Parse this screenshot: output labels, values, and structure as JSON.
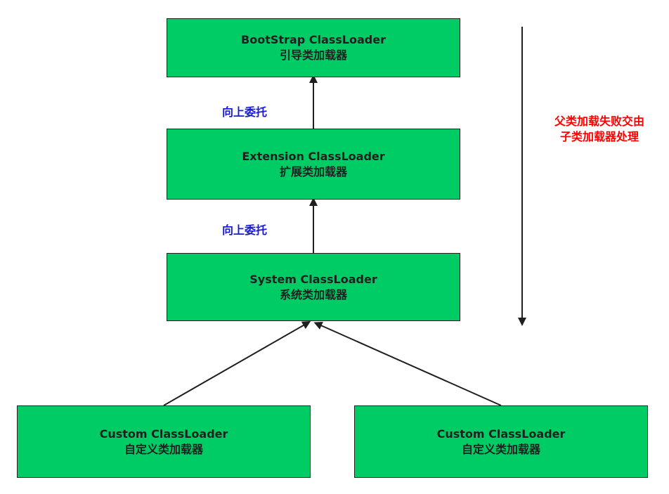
{
  "nodes": {
    "bootstrap": {
      "title": "BootStrap ClassLoader",
      "subtitle": "引导类加载器"
    },
    "extension": {
      "title": "Extension ClassLoader",
      "subtitle": "扩展类加载器"
    },
    "system": {
      "title": "System ClassLoader",
      "subtitle": "系统类加载器"
    },
    "custom_left": {
      "title": "Custom ClassLoader",
      "subtitle": "自定义类加载器"
    },
    "custom_right": {
      "title": "Custom ClassLoader",
      "subtitle": "自定义类加载器"
    }
  },
  "edges": {
    "delegate_upper": "向上委托",
    "delegate_lower": "向上委托"
  },
  "side_note": {
    "line1": "父类加载失败交由",
    "line2": "子类加载器处理"
  },
  "colors": {
    "box_fill": "#00cc66",
    "delegate_text": "#1a1ad9",
    "side_note_text": "#ff0000"
  }
}
